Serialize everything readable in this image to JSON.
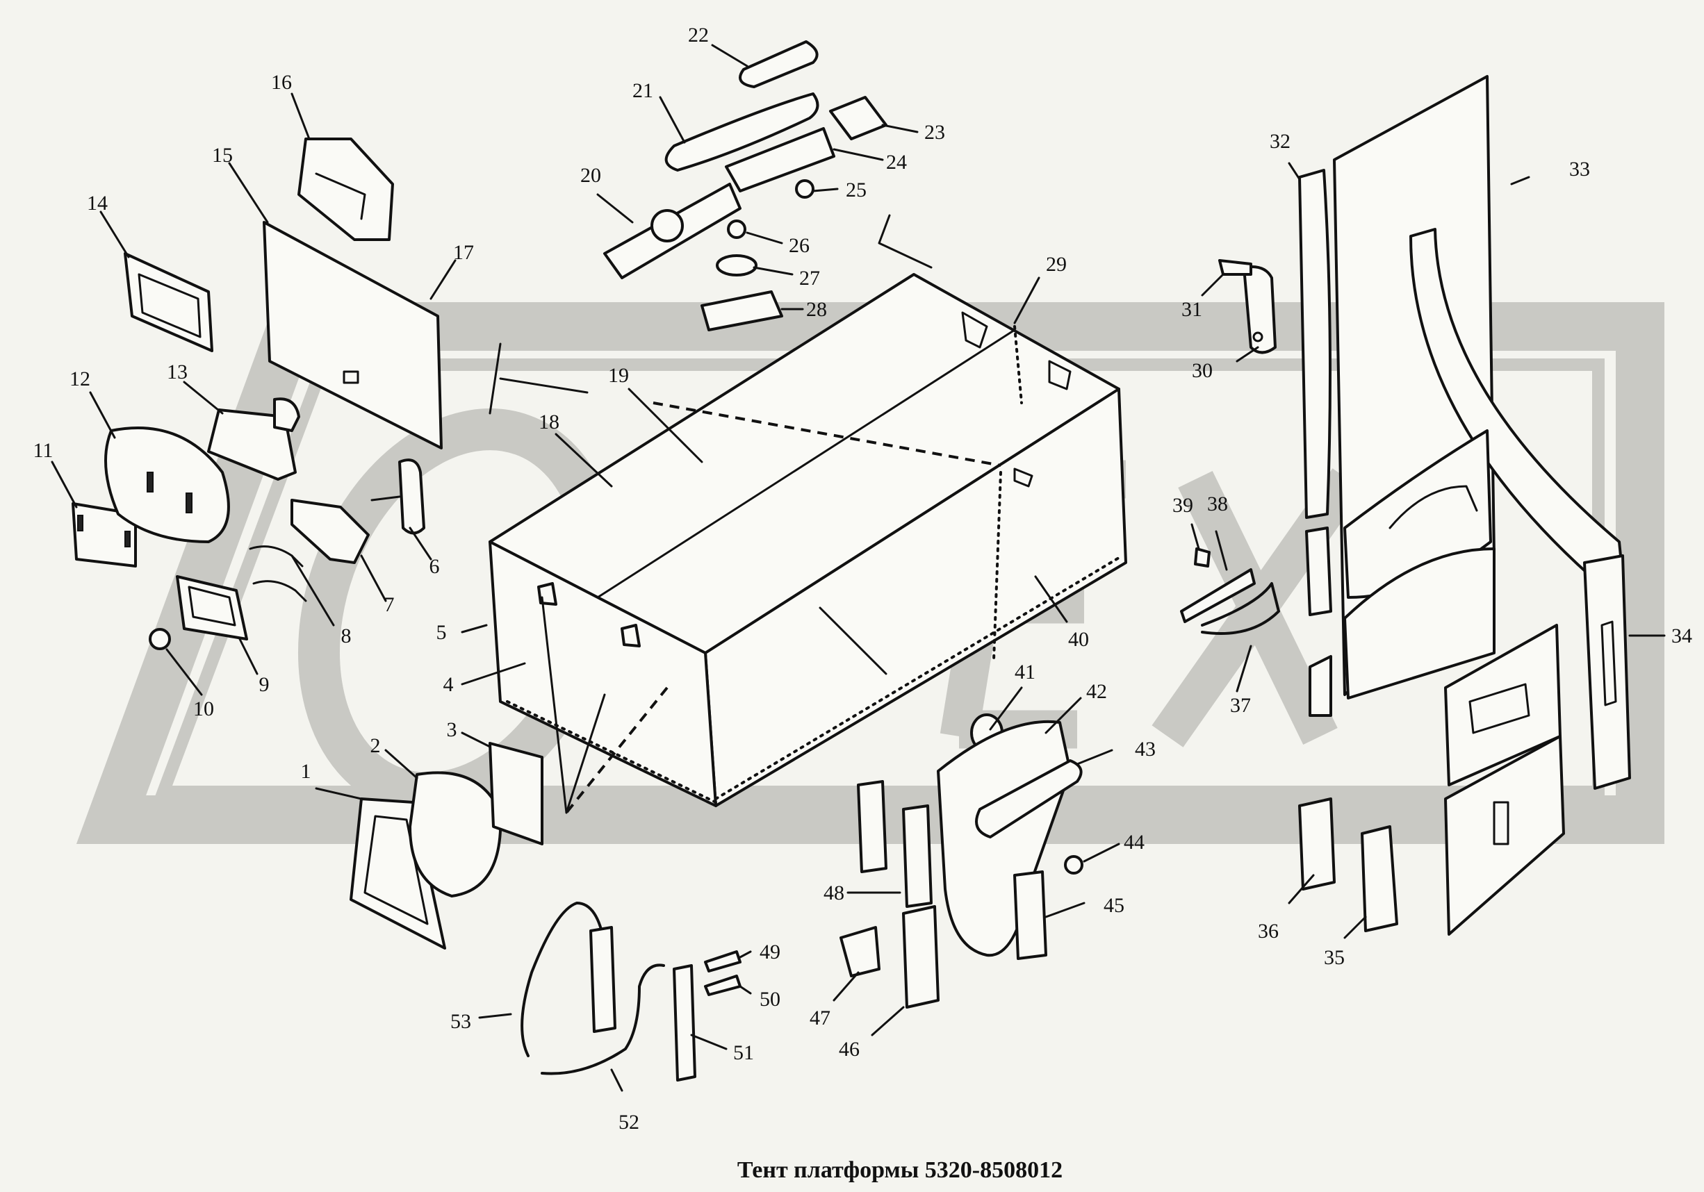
{
  "caption": "Тент платформы 5320-8508012",
  "watermark": {
    "brand": "OPEX",
    "logo_icon": "opex-watermark-logo",
    "color": "#c9c9c4"
  },
  "callouts": [
    {
      "n": "1"
    },
    {
      "n": "2"
    },
    {
      "n": "3"
    },
    {
      "n": "4"
    },
    {
      "n": "5"
    },
    {
      "n": "6"
    },
    {
      "n": "7"
    },
    {
      "n": "8"
    },
    {
      "n": "9"
    },
    {
      "n": "10"
    },
    {
      "n": "11"
    },
    {
      "n": "12"
    },
    {
      "n": "13"
    },
    {
      "n": "14"
    },
    {
      "n": "15"
    },
    {
      "n": "16"
    },
    {
      "n": "17"
    },
    {
      "n": "18"
    },
    {
      "n": "19"
    },
    {
      "n": "20"
    },
    {
      "n": "21"
    },
    {
      "n": "22"
    },
    {
      "n": "23"
    },
    {
      "n": "24"
    },
    {
      "n": "25"
    },
    {
      "n": "26"
    },
    {
      "n": "27"
    },
    {
      "n": "28"
    },
    {
      "n": "29"
    },
    {
      "n": "30"
    },
    {
      "n": "31"
    },
    {
      "n": "32"
    },
    {
      "n": "33"
    },
    {
      "n": "34"
    },
    {
      "n": "35"
    },
    {
      "n": "36"
    },
    {
      "n": "37"
    },
    {
      "n": "38"
    },
    {
      "n": "39"
    },
    {
      "n": "40"
    },
    {
      "n": "41"
    },
    {
      "n": "42"
    },
    {
      "n": "43"
    },
    {
      "n": "44"
    },
    {
      "n": "45"
    },
    {
      "n": "46"
    },
    {
      "n": "47"
    },
    {
      "n": "48"
    },
    {
      "n": "49"
    },
    {
      "n": "50"
    },
    {
      "n": "51"
    },
    {
      "n": "52"
    },
    {
      "n": "53"
    }
  ]
}
